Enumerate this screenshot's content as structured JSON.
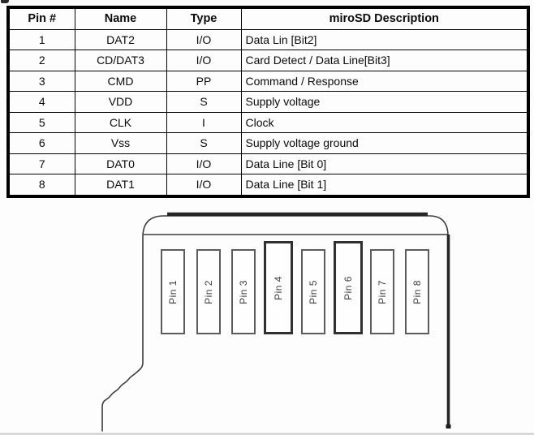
{
  "page": {
    "cropped_fragment": "",
    "background_color": "#fdfdfd",
    "bottom_edge_color": "#c9c9c9"
  },
  "table": {
    "headers": [
      "Pin #",
      "Name",
      "Type",
      "miroSD Description"
    ],
    "rows": [
      [
        "1",
        "DAT2",
        "I/O",
        "Data Lin [Bit2]"
      ],
      [
        "2",
        "CD/DAT3",
        "I/O",
        "Card Detect / Data Line[Bit3]"
      ],
      [
        "3",
        "CMD",
        "PP",
        "Command / Response"
      ],
      [
        "4",
        "VDD",
        "S",
        "Supply voltage"
      ],
      [
        "5",
        "CLK",
        "I",
        "Clock"
      ],
      [
        "6",
        "Vss",
        "S",
        "Supply voltage ground"
      ],
      [
        "7",
        "DAT0",
        "I/O",
        "Data Line [Bit 0]"
      ],
      [
        "8",
        "DAT1",
        "I/O",
        "Data Line [Bit 1]"
      ]
    ],
    "border_color": "#000000"
  },
  "diagram": {
    "type": "microsd-card-pinout",
    "outline_color": "#3c3c3c",
    "edge_dark_color": "#262626",
    "pin_border_color": "#5c5c5c",
    "pin_border_emphasis_color": "#303030",
    "pin_label_color": "#3d3d3d",
    "pins": [
      {
        "label": "Pin 1",
        "emphasized": false
      },
      {
        "label": "Pin 2",
        "emphasized": false
      },
      {
        "label": "Pin 3",
        "emphasized": false
      },
      {
        "label": "Pin 4",
        "emphasized": true
      },
      {
        "label": "Pin 5",
        "emphasized": false
      },
      {
        "label": "Pin 6",
        "emphasized": true
      },
      {
        "label": "Pin 7",
        "emphasized": false
      },
      {
        "label": "Pin 8",
        "emphasized": false
      }
    ]
  }
}
